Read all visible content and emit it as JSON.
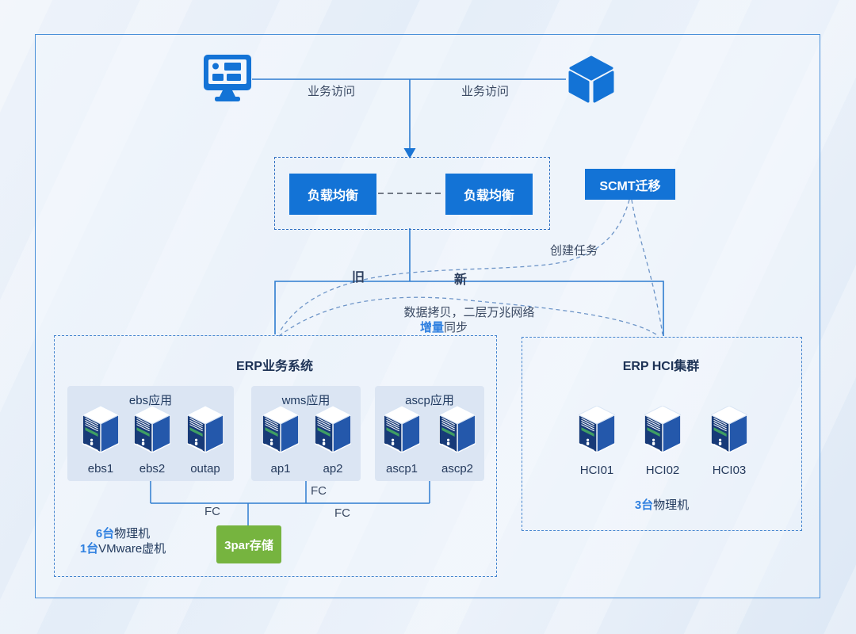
{
  "diagram": {
    "access_label_left": "业务访问",
    "access_label_right": "业务访问",
    "lb_left": "负载均衡",
    "lb_right": "负载均衡",
    "scmt_label": "SCMT迁移",
    "create_task_label": "创建任务",
    "old_label": "旧",
    "new_label": "新",
    "copy_line": "数据拷贝，二层万兆网络",
    "sync_accent": "增量",
    "sync_rest": "同步",
    "erp": {
      "title": "ERP业务系统",
      "groups": [
        {
          "title": "ebs应用",
          "servers": [
            "ebs1",
            "ebs2",
            "outap"
          ]
        },
        {
          "title": "wms应用",
          "servers": [
            "ap1",
            "ap2"
          ]
        },
        {
          "title": "ascp应用",
          "servers": [
            "ascp1",
            "ascp2"
          ]
        }
      ],
      "fc_top": "FC",
      "fc_left": "FC",
      "fc_right": "FC",
      "note1_accent": "6台",
      "note1_rest": "物理机",
      "note2_accent": "1台",
      "note2_rest": "VMware虚机",
      "storage": "3par存储"
    },
    "hci": {
      "title": "ERP HCI集群",
      "servers": [
        "HCI01",
        "HCI02",
        "HCI03"
      ],
      "note_accent": "3台",
      "note_rest": "物理机"
    },
    "icons": {
      "client": "monitor-icon",
      "application": "cube-icon",
      "host": "server-tower-icon"
    },
    "colors": {
      "primary_blue": "#1373d6",
      "line_blue": "#2e7cd0",
      "dashed_blue": "#6e95c8",
      "accent_text_blue": "#2f80e0",
      "dark_text": "#2c3e5d",
      "storage_green": "#76b43f",
      "server_front": "#173a78",
      "server_side": "#2458ab",
      "server_screen": "#3f9e63",
      "group_fill": "#dbe5f3"
    }
  }
}
